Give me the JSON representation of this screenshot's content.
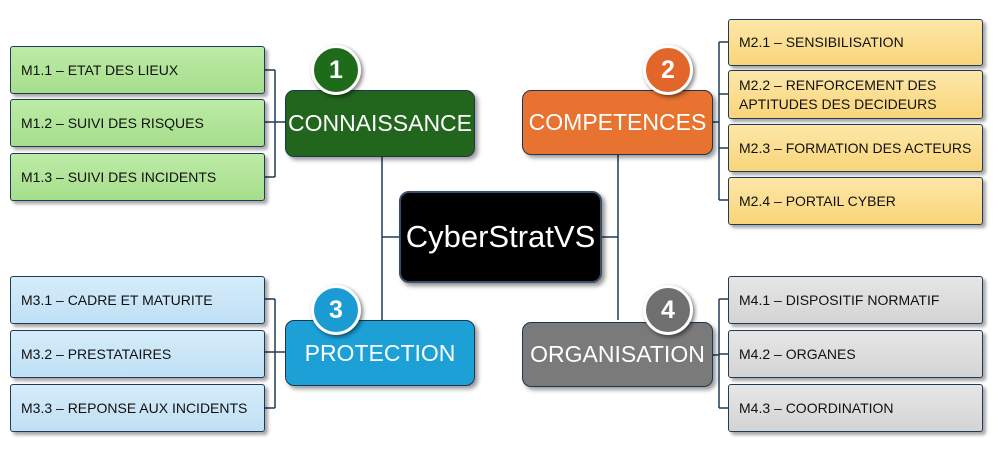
{
  "center": {
    "label": "CyberStratVS"
  },
  "categories": [
    {
      "number": "1",
      "label": "CONNAISSANCE",
      "color": "#22661e",
      "badge_color": "#1e6b1a",
      "items": [
        "M1.1 – ETAT DES LIEUX",
        "M1.2 – SUIVI DES RISQUES",
        "M1.3 – SUIVI DES INCIDENTS"
      ]
    },
    {
      "number": "2",
      "label": "COMPETENCES",
      "color": "#e8722f",
      "badge_color": "#e2662a",
      "items": [
        "M2.1 – SENSIBILISATION",
        "M2.2 – RENFORCEMENT DES APTITUDES DES DECIDEURS",
        "M2.3 – FORMATION DES ACTEURS",
        "M2.4 – PORTAIL CYBER"
      ]
    },
    {
      "number": "3",
      "label": "PROTECTION",
      "color": "#1ca0d6",
      "badge_color": "#1a9bd3",
      "items": [
        "M3.1 – CADRE ET MATURITE",
        "M3.2 – PRESTATAIRES",
        "M3.3 – REPONSE AUX INCIDENTS"
      ]
    },
    {
      "number": "4",
      "label": "ORGANISATION",
      "color": "#7a7a7a",
      "badge_color": "#6f6f6f",
      "items": [
        "M4.1 – DISPOSITIF NORMATIF",
        "M4.2 – ORGANES",
        "M4.3 – COORDINATION"
      ]
    }
  ]
}
